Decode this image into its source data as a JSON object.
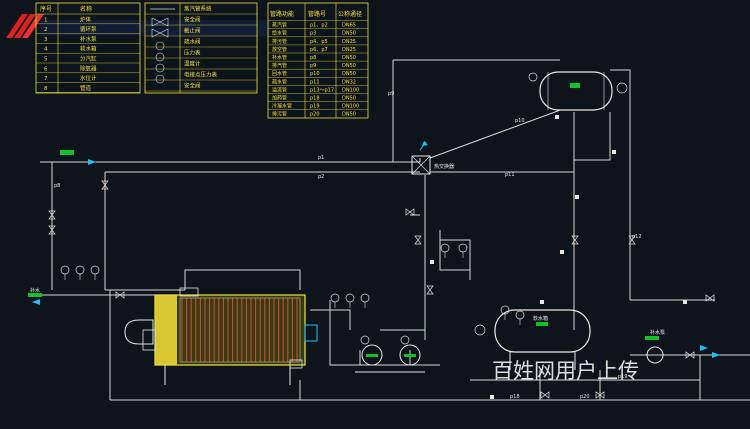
{
  "legend_table1": {
    "headers": [
      "序号",
      "名称"
    ],
    "rows": [
      [
        "1",
        "炉体"
      ],
      [
        "2",
        "循环泵"
      ],
      [
        "3",
        "补水泵"
      ],
      [
        "4",
        "软水箱"
      ],
      [
        "5",
        "分汽缸"
      ],
      [
        "6",
        "除氧器"
      ],
      [
        "7",
        "水位计"
      ],
      [
        "8",
        "管道"
      ]
    ]
  },
  "legend_table2": {
    "rows": [
      "蒸汽管系统",
      "安全阀",
      "截止阀",
      "疏水阀",
      "压力表",
      "温度计",
      "电接点压力表",
      "安全阀"
    ]
  },
  "pipe_table": {
    "headers": [
      "管路功能",
      "管路号",
      "公称通径"
    ],
    "rows": [
      [
        "蒸汽管",
        "p1、p2",
        "DN65"
      ],
      [
        "给水管",
        "p3",
        "DN50"
      ],
      [
        "排污管",
        "p4、p5",
        "DN25"
      ],
      [
        "放空管",
        "p6、p7",
        "DN25"
      ],
      [
        "补水管",
        "p8",
        "DN50"
      ],
      [
        "排汽管",
        "p9",
        "DN50"
      ],
      [
        "回水管",
        "p10",
        "DN50"
      ],
      [
        "疏水管",
        "p11",
        "DN32"
      ],
      [
        "溢流管",
        "p13～p17",
        "DN100"
      ],
      [
        "加药管",
        "p18",
        "DN50"
      ],
      [
        "冷凝水管",
        "p19",
        "DN100"
      ],
      [
        "排污管",
        "p20",
        "DN50"
      ]
    ]
  },
  "labels": {
    "pipe_p1": "p1",
    "pipe_p2": "p2",
    "pipe_p8": "p8",
    "pipe_p9": "p9",
    "pipe_p10": "p10",
    "pipe_p11": "p11",
    "pipe_p12": "p12",
    "pipe_p18": "p18",
    "pipe_p19": "p19",
    "pipe_p20": "p20",
    "hx_label": "热交换器",
    "tank_label": "软水箱",
    "pump_label": "补水泵",
    "water_in": "补水"
  },
  "watermark": "百姓网用户上传",
  "colors": {
    "background": "#0d141b",
    "line": "#d8d8d8",
    "boiler": "#f2e13a",
    "boiler_coil": "#c0503a",
    "accent": "#12c12a"
  }
}
